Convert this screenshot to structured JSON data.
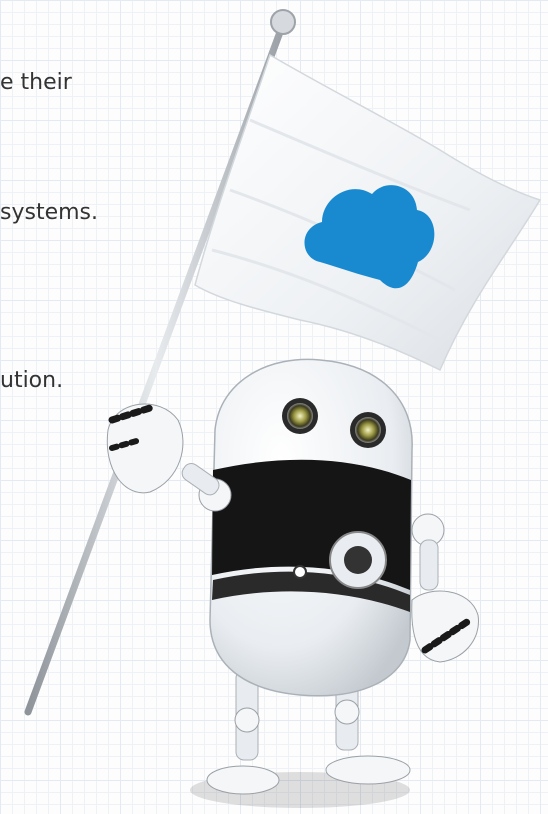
{
  "text_fragments": [
    {
      "text": "e their"
    },
    {
      "text": "systems."
    },
    {
      "text": "ution."
    }
  ],
  "illustration": {
    "subject": "robot-holding-flag",
    "flag_icon": "cloud-icon",
    "colors": {
      "cloud": "#1a8ad0",
      "flag": "#f2f4f6",
      "pole": "#b9bec4",
      "robot_body": "#f4f6f8",
      "robot_band": "#151515",
      "eye_iris": "#8d8a3a"
    }
  }
}
